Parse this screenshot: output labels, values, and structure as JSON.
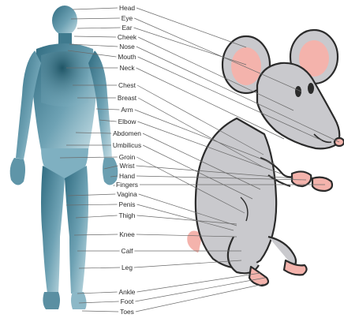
{
  "figure": {
    "labels": [
      "Head",
      "Eye",
      "Ear",
      "Cheek",
      "Nose",
      "Mouth",
      "Neck",
      "Chest",
      "Breast",
      "Arm",
      "Elbow",
      "Abdomen",
      "Umbilicus",
      "Groin",
      "Wrist",
      "Hand",
      "Fingers",
      "Vagina",
      "Penis",
      "Thigh",
      "Knee",
      "Calf",
      "Leg",
      "Ankle",
      "Foot",
      "Toes"
    ],
    "illustrations": [
      "human-body",
      "mouse"
    ],
    "colors": {
      "human_dark": "#2f6b80",
      "human_light": "#b9d6e0",
      "mouse_body": "#c9c9cd",
      "mouse_outline": "#2b2b2b",
      "mouse_pink": "#f4b3ac"
    }
  }
}
